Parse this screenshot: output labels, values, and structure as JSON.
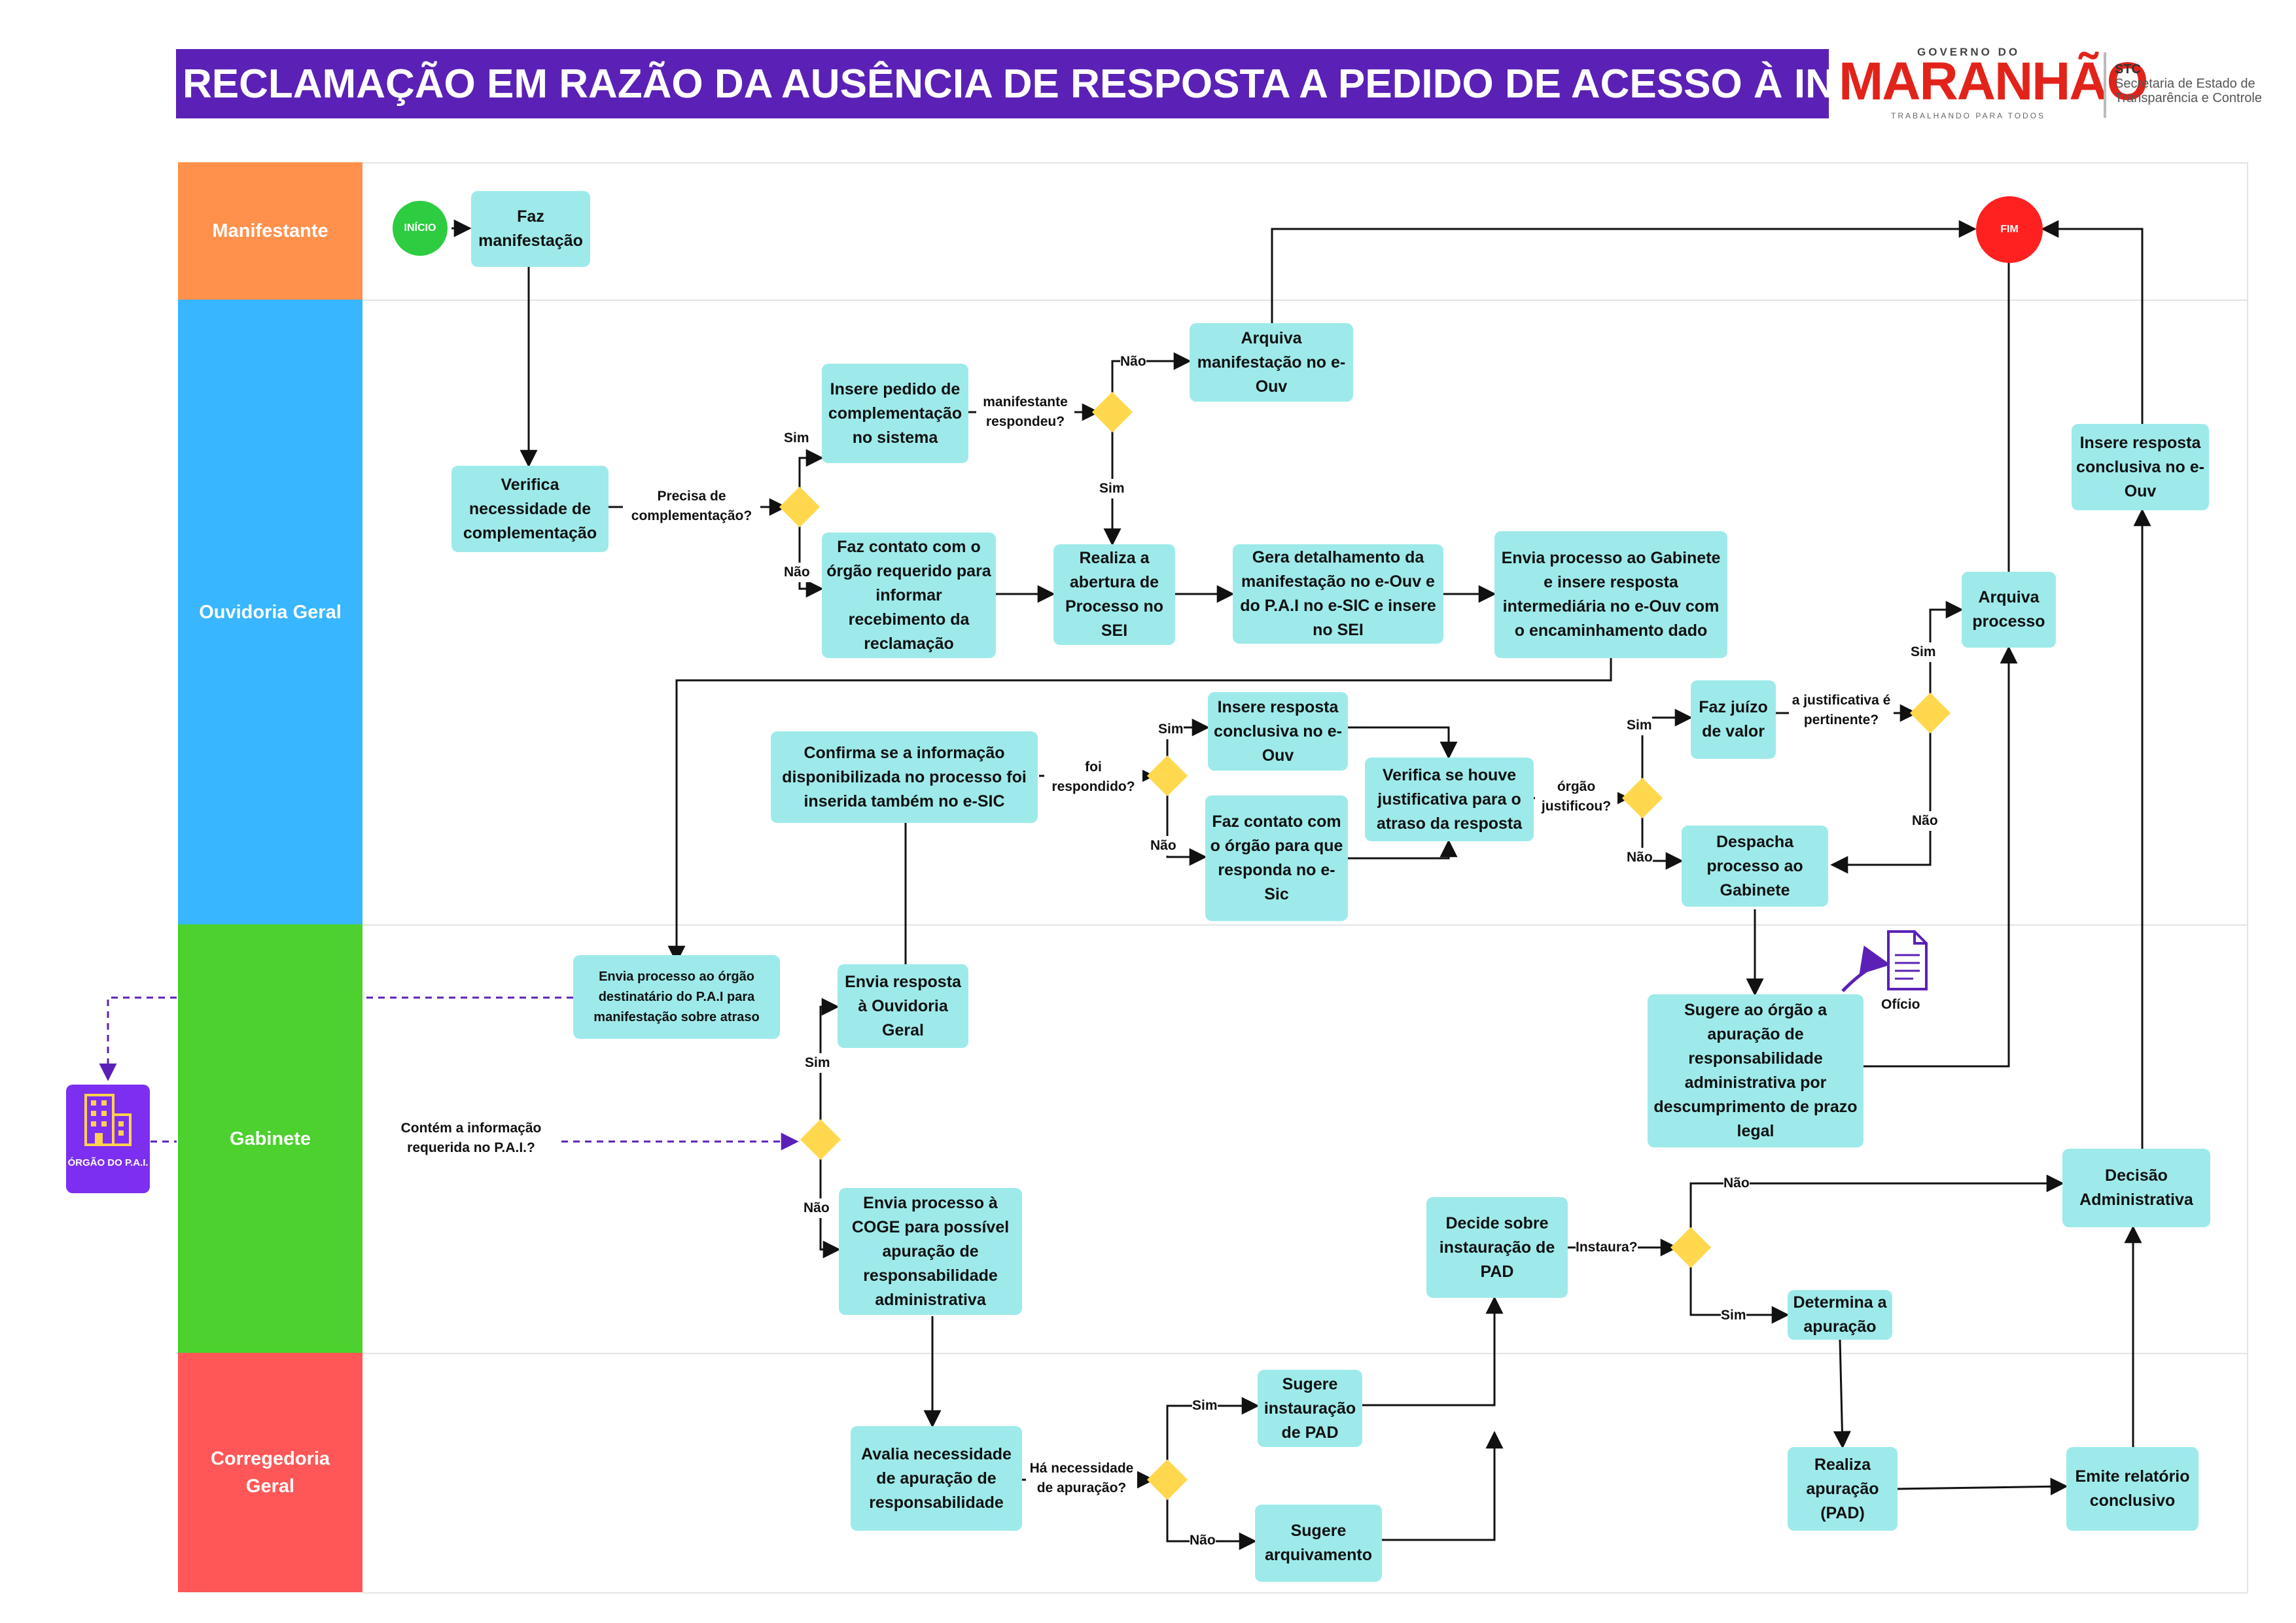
{
  "title": "RECLAMAÇÃO EM RAZÃO DA AUSÊNCIA DE RESPOSTA A PEDIDO DE ACESSO À INFORMAÇÃO",
  "logo": {
    "top": "GOVERNO DO",
    "name": "MARANHÃO",
    "tagline": "TRABALHANDO PARA TODOS"
  },
  "stc": {
    "acronym": "STC",
    "name": "Secretaria de Estado de Transparência e Controle"
  },
  "colors": {
    "title_bg": "#5b21b6",
    "manifestante": "#ff914d",
    "ouvidoria": "#38b6ff",
    "gabinete": "#4cd12e",
    "corregedoria": "#ff5757",
    "box": "#9eeaea",
    "decision": "#ffd84d",
    "start": "#2ecc40",
    "end": "#ff2020",
    "external": "#7c2ff0"
  },
  "lanes": {
    "manifestante": "Manifestante",
    "ouvidoria": "Ouvidoria Geral",
    "gabinete": "Gabinete",
    "corregedoria": "Corregedoria Geral"
  },
  "external": {
    "orgao": "ÓRGÃO DO P.A.I.",
    "oficio": "Ofício"
  },
  "nodes": {
    "inicio": "INÍCIO",
    "fim": "FIM",
    "faz_manifestacao": "Faz manifestação",
    "verifica_necessidade": "Verifica necessidade de complementação",
    "insere_pedido": "Insere pedido de complementação no sistema",
    "arquiva_manifestacao": "Arquiva manifestação no e-Ouv",
    "faz_contato_orgao": "Faz contato com o órgão requerido para informar recebimento da reclamação",
    "realiza_abertura": "Realiza a abertura de Processo no SEI",
    "gera_detalhamento": "Gera detalhamento da manifestação no e-Ouv e do P.A.I no e-SIC e insere no SEI",
    "envia_processo_gabinete": "Envia processo ao Gabinete e insere resposta intermediária no e-Ouv com o encaminhamento dado",
    "confirma_informacao": "Confirma se a informação disponibilizada no processo foi inserida também no e-SIC",
    "insere_resposta_conclusiva_1": "Insere resposta conclusiva no e-Ouv",
    "faz_contato_sic": "Faz contato com o órgão para que responda no e-Sic",
    "verifica_justificativa": "Verifica se houve justificativa para o atraso da resposta",
    "faz_juizo": "Faz juízo de valor",
    "despacha_gabinete": "Despacha processo ao Gabinete",
    "arquiva_processo": "Arquiva processo",
    "insere_resposta_conclusiva_2": "Insere resposta conclusiva no e-Ouv",
    "envia_processo_orgao": "Envia processo ao órgão destinatário do P.A.I para manifestação sobre atraso",
    "envia_resposta_ouvidoria": "Envia resposta à Ouvidoria Geral",
    "envia_processo_coge": "Envia processo à COGE para possível apuração de responsabilidade administrativa",
    "sugere_orgao": "Sugere ao órgão a apuração de responsabilidade administrativa por descumprimento de prazo legal",
    "decide_instauracao": "Decide sobre instauração de PAD",
    "determina_apuracao": "Determina a apuração",
    "decisao_administrativa": "Decisão Administrativa",
    "avalia_necessidade": "Avalia necessidade de apuração de responsabilidade",
    "sugere_instauracao": "Sugere instauração de PAD",
    "sugere_arquivamento": "Sugere arquivamento",
    "realiza_apuracao": "Realiza apuração (PAD)",
    "emite_relatorio": "Emite relatório conclusivo"
  },
  "questions": {
    "precisa_complementacao": "Precisa de complementação?",
    "manifestante_respondeu": "manifestante respondeu?",
    "foi_respondido": "foi respondido?",
    "orgao_justificou": "órgão justificou?",
    "justificativa_pertinente": "a justificativa é pertinente?",
    "contem_informacao": "Contém a informação requerida no P.A.I.?",
    "instaura": "Instaura?",
    "ha_necessidade": "Há necessidade de apuração?"
  },
  "answers": {
    "sim": "Sim",
    "nao": "Não"
  }
}
